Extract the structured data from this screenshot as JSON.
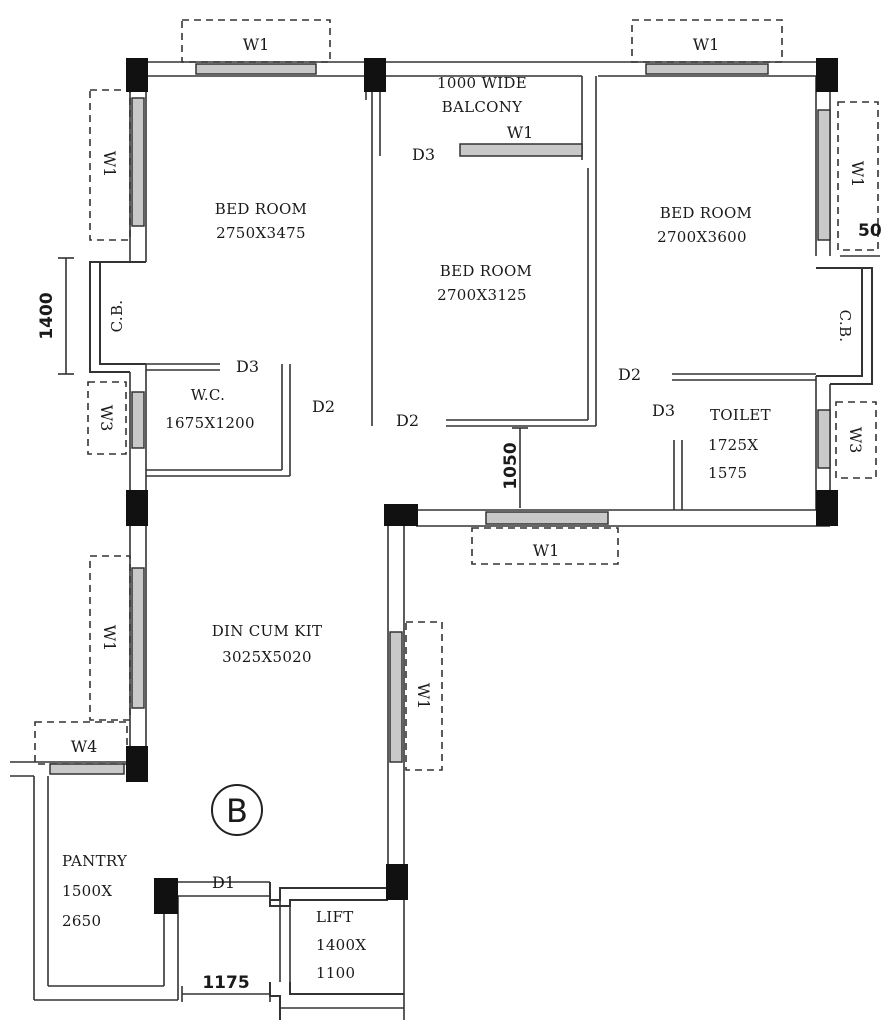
{
  "rooms": {
    "bed1_name": "BED ROOM",
    "bed1_size": "2750X3475",
    "bed2_name": "BED ROOM",
    "bed2_size": "2700X3125",
    "bed3_name": "BED ROOM",
    "bed3_size": "2700X3600",
    "balcony_line1": "1000 WIDE",
    "balcony_line2": "BALCONY",
    "wc_name": "W.C.",
    "wc_size": "1675X1200",
    "toilet_name": "TOILET",
    "toilet_size1": "1725X",
    "toilet_size2": "1575",
    "din_name": "DIN CUM KIT",
    "din_size": "3025X5020",
    "pantry_name": "PANTRY",
    "pantry_size1": "1500X",
    "pantry_size2": "2650",
    "lift_name": "LIFT",
    "lift_size1": "1400X",
    "lift_size2": "1100",
    "cb": "C.B."
  },
  "openings": {
    "w1": "W1",
    "w3": "W3",
    "w4": "W4",
    "d1": "D1",
    "d2": "D2",
    "d3": "D3"
  },
  "dimensions": {
    "d1400": "1400",
    "d1050": "1050",
    "d1175": "1175",
    "d50": "50"
  },
  "unit_marker": "B"
}
